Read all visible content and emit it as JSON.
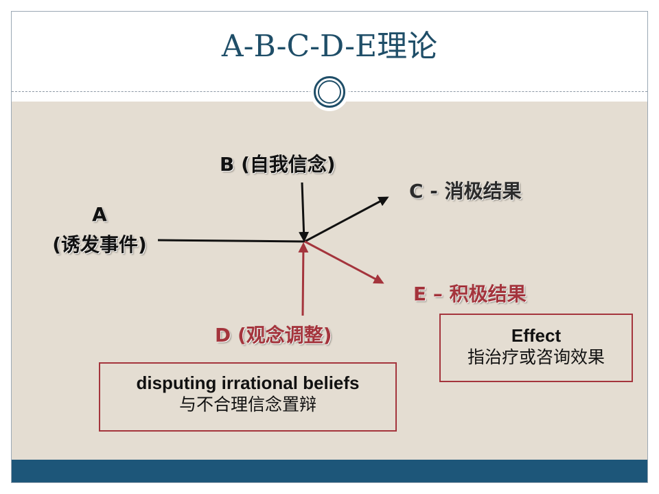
{
  "title": "A-B-C-D-E理论",
  "labels": {
    "a_letter": "A",
    "a_text": "(诱发事件)",
    "b": "B (自我信念)",
    "c": "C - 消极结果",
    "d": "D (观念调整)",
    "e": "E – 积极结果"
  },
  "effect_box": {
    "title": "Effect",
    "subtitle": "指治疗或咨询效果"
  },
  "disputing_box": {
    "title": "disputing irrational beliefs",
    "subtitle": "与不合理信念置辩"
  },
  "colors": {
    "title": "#1f4e68",
    "footer": "#1d5679",
    "content_bg": "#e4ddd2",
    "black_arrow": "#111111",
    "red_arrow": "#a4343c"
  }
}
